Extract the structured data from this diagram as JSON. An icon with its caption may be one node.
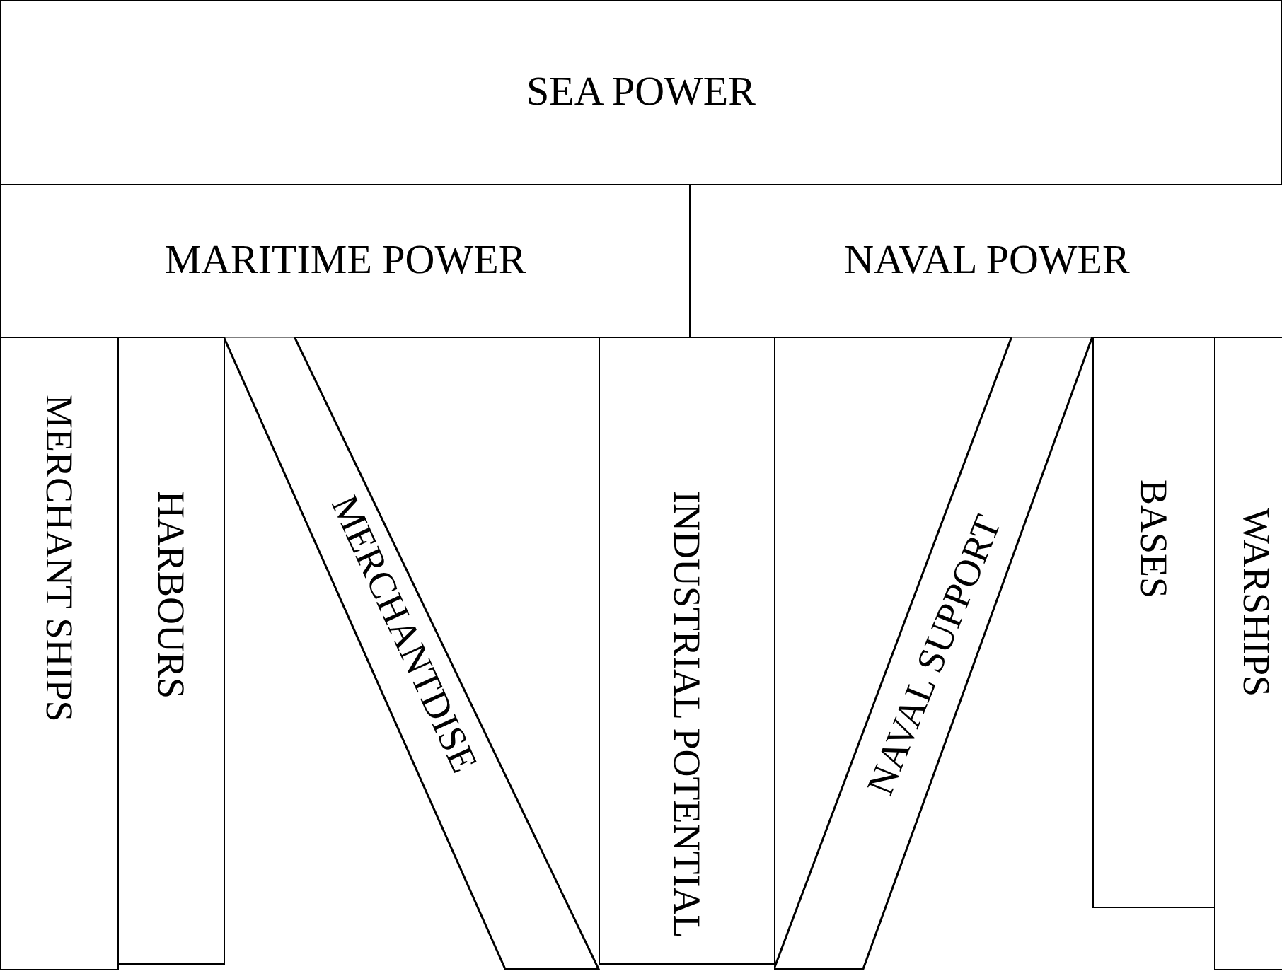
{
  "diagram": {
    "nodes": [
      {
        "text": [
          "SEA POWER"
        ]
      },
      {
        "text": [
          "MARITIME POWER"
        ]
      },
      {
        "text": [
          "NAVAL POWER"
        ]
      },
      {
        "text": [
          "MERCHANT SHIPS"
        ]
      },
      {
        "text": [
          "HARBOURS"
        ]
      },
      {
        "text": [
          "MERCHANTDISE"
        ]
      },
      {
        "text": [
          "INDUSTRIAL POTENTIAL"
        ]
      },
      {
        "text": [
          "NAVAL SUPPORT"
        ]
      },
      {
        "text": [
          "BASES"
        ]
      },
      {
        "text": [
          "WARSHIPS"
        ]
      }
    ]
  }
}
